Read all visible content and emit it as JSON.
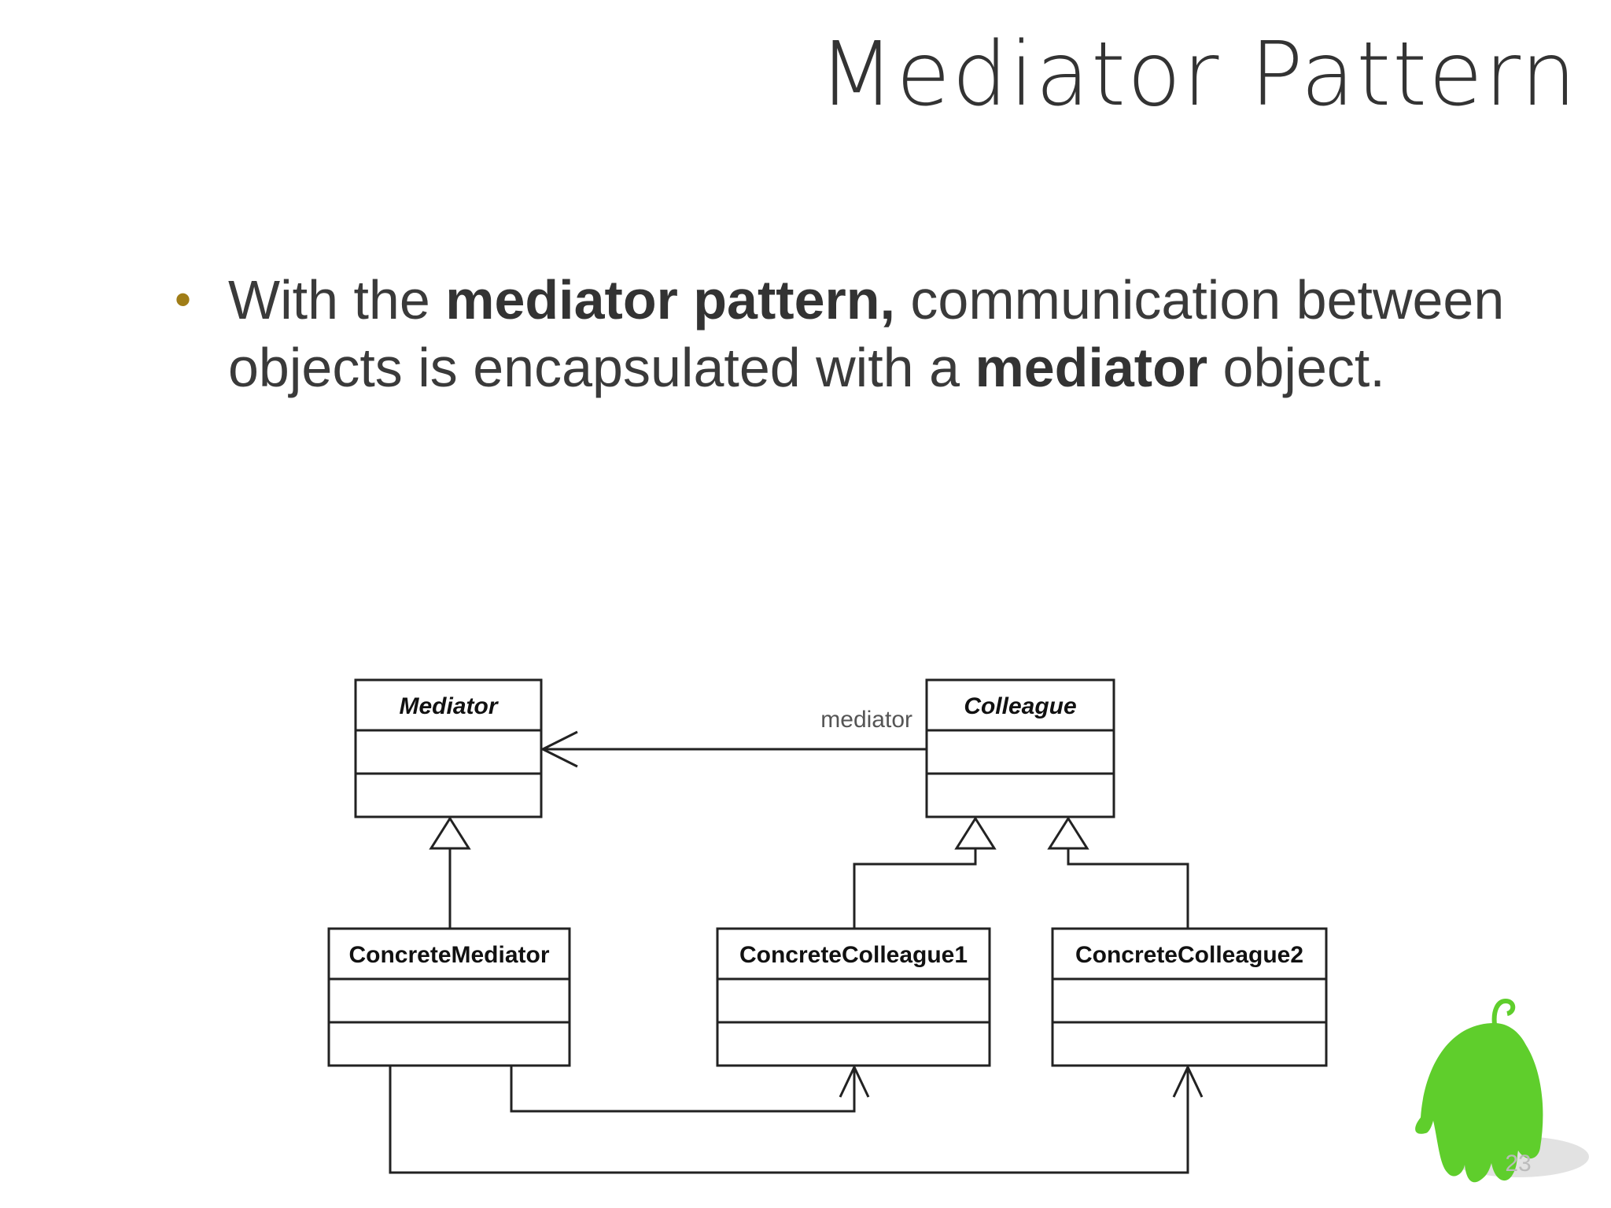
{
  "slide": {
    "title": "Mediator Pattern",
    "page_number": "23"
  },
  "bullets": [
    {
      "parts": [
        {
          "text": "With the ",
          "bold": false
        },
        {
          "text": "mediator pattern,",
          "bold": true
        },
        {
          "text": " communication between objects is encapsulated with a ",
          "bold": false
        },
        {
          "text": "mediator",
          "bold": true
        },
        {
          "text": " object.",
          "bold": false
        }
      ]
    }
  ],
  "diagram": {
    "classes": {
      "mediator": "Mediator",
      "colleague": "Colleague",
      "concrete_mediator": "ConcreteMediator",
      "concrete_colleague_1": "ConcreteColleague1",
      "concrete_colleague_2": "ConcreteColleague2"
    },
    "association_label": "mediator",
    "mascot_color": "#5fce2c"
  }
}
